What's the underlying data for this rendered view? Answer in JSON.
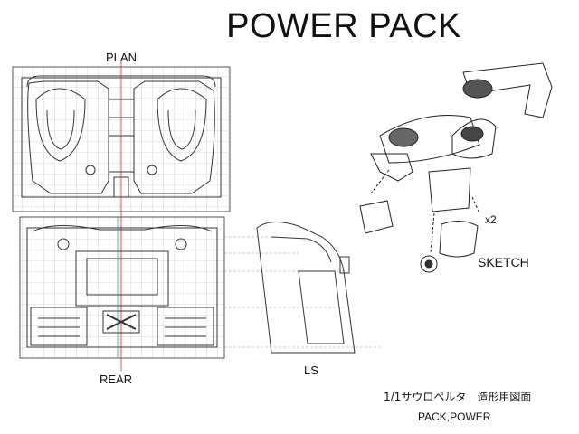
{
  "title": "POWER PACK",
  "labels": {
    "plan": "PLAN",
    "rear": "REAR",
    "ls": "LS",
    "sketch": "SKETCH",
    "quantity": "x2"
  },
  "caption": {
    "line1": "1/1サウロペルタ　造形用図面",
    "line2": "PACK,POWER"
  }
}
